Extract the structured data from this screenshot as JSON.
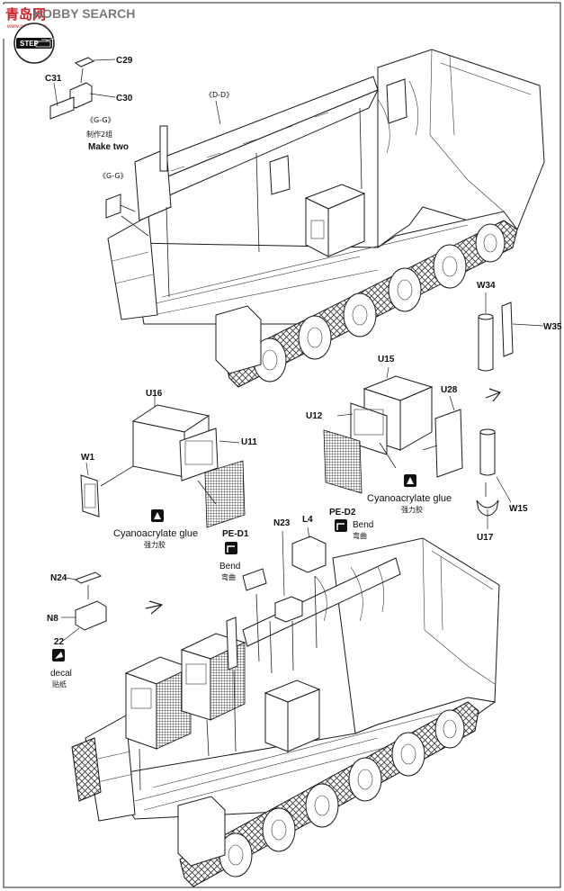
{
  "watermark": {
    "cn_text": "青岛网",
    "brand_text": "HOBBY SEARCH",
    "url": "www.qddoc.com"
  },
  "step_badge": {
    "label": "STEP"
  },
  "parts": {
    "c29": "C29",
    "c31": "C31",
    "c30": "C30",
    "gg_top": "《G-G》",
    "make_two_cn": "制作2组",
    "make_two_en": "Make two",
    "gg_left": "《G-G》",
    "dd": "《D-D》",
    "w34": "W34",
    "w35": "W35",
    "u15": "U15",
    "u28": "U28",
    "u12": "U12",
    "w15": "W15",
    "u17": "U17",
    "pe_d2": "PE-D2",
    "bend_right_en": "Bend",
    "bend_right_cn": "弯曲",
    "u16": "U16",
    "u11": "U11",
    "w1": "W1",
    "pe_d1": "PE-D1",
    "bend_left_en": "Bend",
    "bend_left_cn": "弯曲",
    "n23": "N23",
    "l4": "L4",
    "n24": "N24",
    "n8": "N8",
    "decal_num": "22",
    "decal_en": "decal",
    "decal_cn": "贴纸"
  },
  "notes": {
    "glue_right_en": "Cyanoacrylate glue",
    "glue_right_cn": "强力胶",
    "glue_left_en": "Cyanoacrylate glue",
    "glue_left_cn": "强力胶"
  }
}
